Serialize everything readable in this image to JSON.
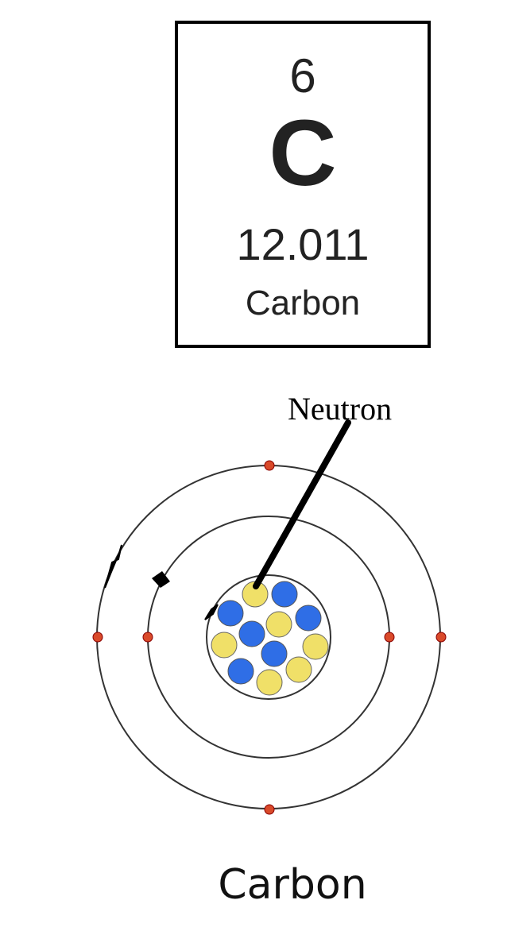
{
  "element_card": {
    "atomic_number": "6",
    "symbol": "C",
    "atomic_mass": "12.011",
    "name": "Carbon"
  },
  "diagram": {
    "label": "Neutron",
    "caption": "Carbon",
    "colors": {
      "proton": "#f0e068",
      "neutron": "#2f6ee6",
      "electron": "#d94a2a",
      "orbit": "#333333"
    }
  }
}
